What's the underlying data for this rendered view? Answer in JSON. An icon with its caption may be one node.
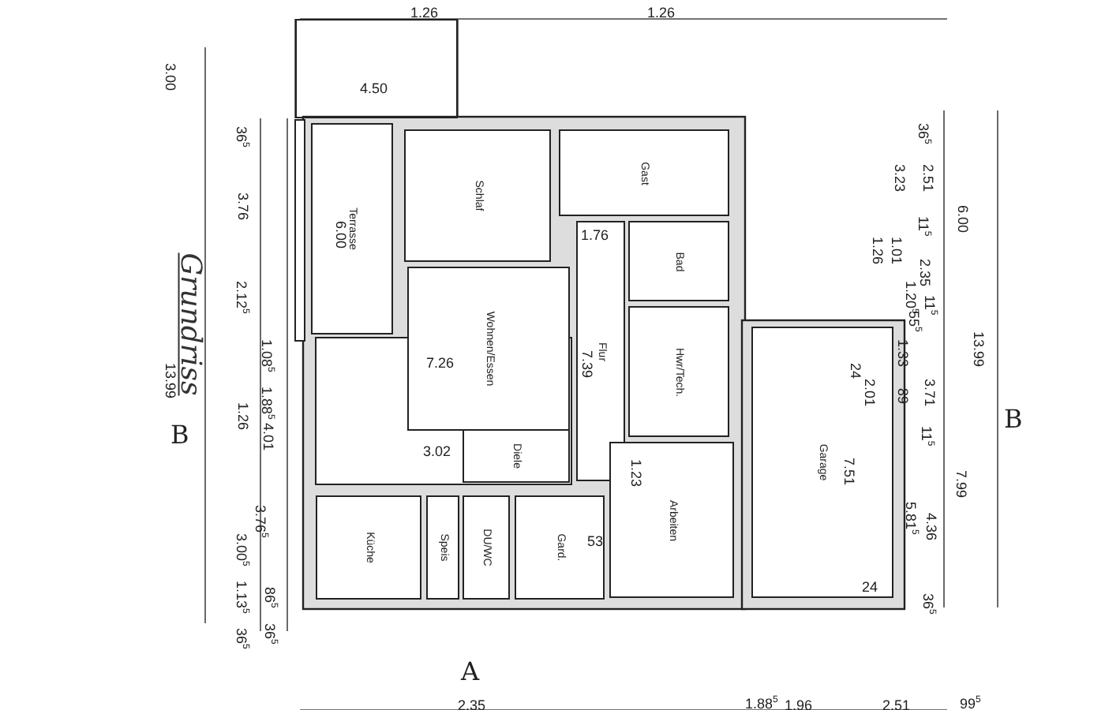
{
  "diagram": {
    "title": "Grundriss",
    "nodes": [
      {
        "text": [],
        "shape": "box"
      },
      {
        "text": [
          "Terrasse"
        ]
      },
      {
        "text": [
          "Schlaf"
        ]
      },
      {
        "text": [
          "Gast"
        ]
      },
      {
        "text": [
          "Bad"
        ]
      },
      {
        "text": [
          "Flur"
        ]
      },
      {
        "text": [
          "Wohnen/Essen"
        ]
      },
      {
        "text": [
          "Hwr/Tech."
        ]
      },
      {
        "text": [
          "Garage"
        ]
      },
      {
        "text": [
          "Diele"
        ]
      },
      {
        "text": [
          "Arbeiten"
        ]
      },
      {
        "text": [
          "Küche"
        ]
      },
      {
        "text": [
          "Speis"
        ]
      },
      {
        "text": [
          "DU/WC"
        ]
      },
      {
        "text": [
          "Gard."
        ]
      }
    ],
    "labels": [
      "1.26",
      "1.26",
      "4.50",
      "3.00",
      "36$^{5}$",
      "3.76",
      "2.12$^{5}$",
      "13.99",
      "1.08$^{5}$",
      "1.88$^{5}$",
      "1.26",
      "4.01",
      "3.76$^{5}$",
      "3.00$^{5}$",
      "86$^{5}$",
      "1.13$^{5}$",
      "36$^{5}$",
      "36$^{5}$",
      "6.00",
      "7.26",
      "1.76",
      "7.39",
      "3.02",
      "1.23",
      "7.51",
      "24",
      "24",
      "53",
      "36$^{5}$",
      "2.51",
      "3.23",
      "6.00",
      "11$^{5}$",
      "1.01",
      "1.26",
      "2.35",
      "1.20$^{5}$",
      "55$^{5}$",
      "11$^{5}$",
      "1.33",
      "3.71",
      "89",
      "2.01",
      "13.99",
      "11$^{5}$",
      "7.99",
      "5.81$^{5}$",
      "4.36",
      "36$^{5}$",
      "2.35",
      "1.88$^{5}$",
      "1.96",
      "2.51",
      "99$^{5}$",
      "B",
      "A",
      "B"
    ]
  }
}
